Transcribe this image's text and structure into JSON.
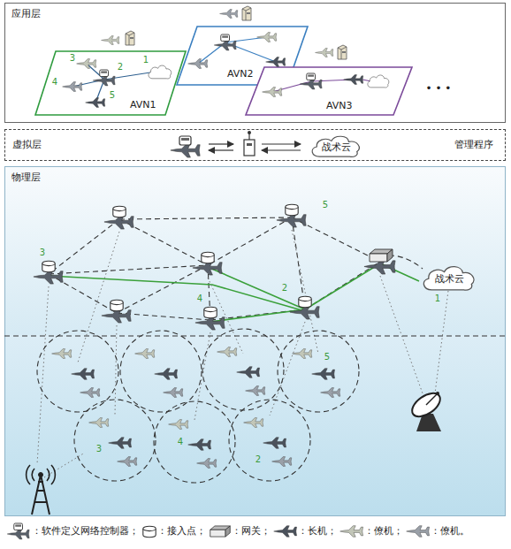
{
  "diagram": {
    "nodes": [
      {
        "text": [
          "应用层"
        ]
      },
      {
        "text": [
          "AVN1"
        ],
        "in": 0
      },
      {
        "text": [
          "AVN2"
        ],
        "in": 0
      },
      {
        "text": [
          "AVN3"
        ],
        "in": 0
      },
      {
        "text": [
          "虚拟层",
          "管理程序"
        ]
      },
      {
        "text": [
          "战术云"
        ],
        "in": 4
      },
      {
        "text": [
          "物理层"
        ]
      },
      {
        "text": [
          "战术云"
        ],
        "in": 6
      }
    ],
    "labels": [
      "1",
      "2",
      "3",
      "4",
      "5",
      "• • •",
      "3",
      "5",
      "2",
      "4",
      "1",
      "5",
      "3",
      "4",
      "2"
    ],
    "legend": [
      {
        "text": "：软件定义网络控制器；"
      },
      {
        "text": "：接入点；"
      },
      {
        "text": "：网关；"
      },
      {
        "text": "：长机；"
      },
      {
        "text": "：僚机；"
      },
      {
        "text": "：僚机。"
      }
    ]
  }
}
